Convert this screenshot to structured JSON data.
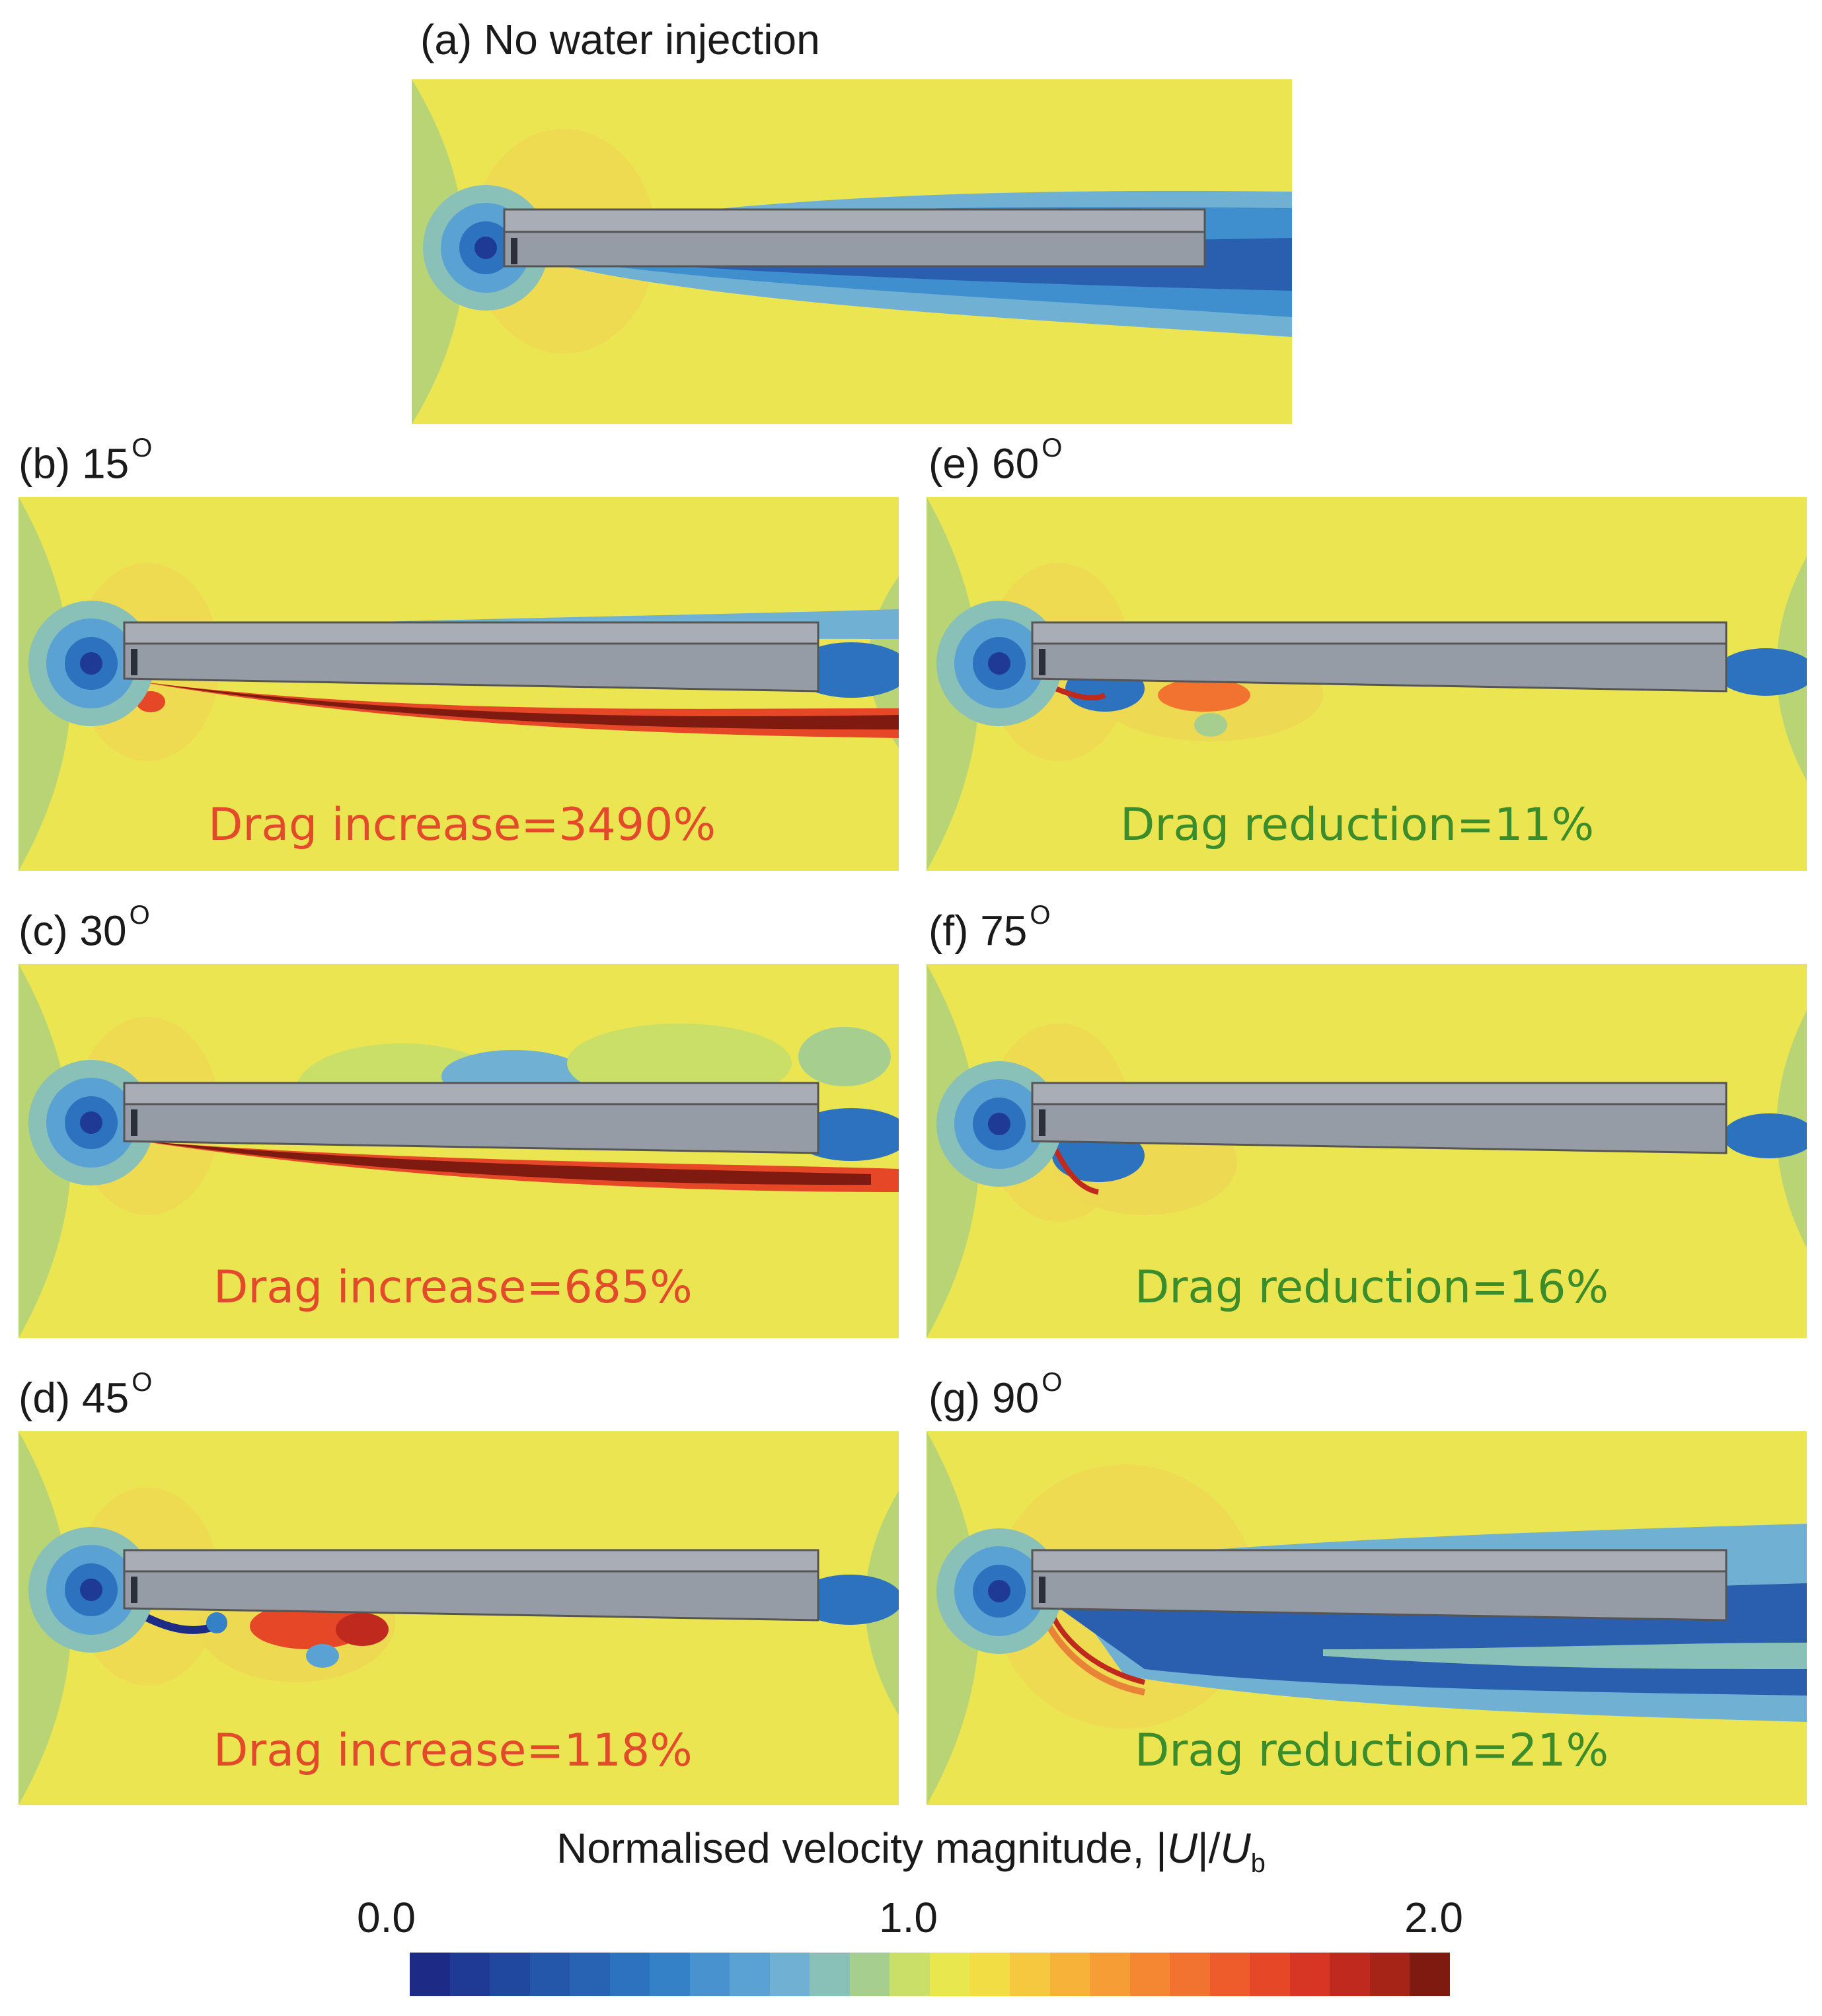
{
  "panels": [
    {
      "id": "a",
      "label": "(a) No water injection",
      "deg": "",
      "drag_text": "",
      "drag_kind": "none"
    },
    {
      "id": "b",
      "label": "(b) 15",
      "deg": "O",
      "drag_text": "Drag increase=3490%",
      "drag_kind": "increase"
    },
    {
      "id": "c",
      "label": "(c) 30",
      "deg": "O",
      "drag_text": "Drag increase=685%",
      "drag_kind": "increase"
    },
    {
      "id": "d",
      "label": "(d) 45",
      "deg": "O",
      "drag_text": "Drag increase=118%",
      "drag_kind": "increase"
    },
    {
      "id": "e",
      "label": "(e) 60",
      "deg": "O",
      "drag_text": "Drag reduction=11%",
      "drag_kind": "reduction"
    },
    {
      "id": "f",
      "label": "(f) 75",
      "deg": "O",
      "drag_text": "Drag reduction=16%",
      "drag_kind": "reduction"
    },
    {
      "id": "g",
      "label": "(g) 90",
      "deg": "O",
      "drag_text": "Drag reduction=21%",
      "drag_kind": "reduction"
    }
  ],
  "colorbar": {
    "title_prefix": "Normalised velocity magnitude, |",
    "title_var": "U",
    "title_mid": "|/",
    "title_ref": "U",
    "title_sub": "b",
    "tick_min": "0.0",
    "tick_mid": "1.0",
    "tick_max": "2.0",
    "colors": [
      "#1d2a86",
      "#1f3a94",
      "#21489f",
      "#2456a9",
      "#2863b3",
      "#2c72be",
      "#3581c8",
      "#4792cf",
      "#5aa2d3",
      "#70b1d3",
      "#89c0b8",
      "#a6cf8f",
      "#c9df68",
      "#e8e84e",
      "#f2dd45",
      "#f6c840",
      "#f7b23a",
      "#f79d36",
      "#f58733",
      "#f2722f",
      "#ee5c2b",
      "#e64727",
      "#d83624",
      "#c02a1e",
      "#a62318",
      "#7e1a10"
    ]
  }
}
